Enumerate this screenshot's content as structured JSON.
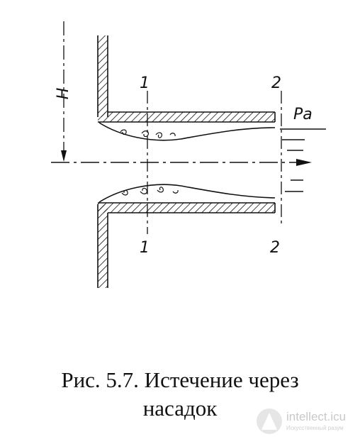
{
  "labels": {
    "height": "H",
    "section1_top": "1",
    "section1_bottom": "1",
    "section2_top": "2",
    "section2_bottom": "2",
    "pressure": "Pa"
  },
  "caption": {
    "line1": "Рис. 5.7. Истечение через",
    "line2": "насадок"
  },
  "watermark": {
    "name": "intellect.icu",
    "tagline": "Искусственный разум"
  }
}
